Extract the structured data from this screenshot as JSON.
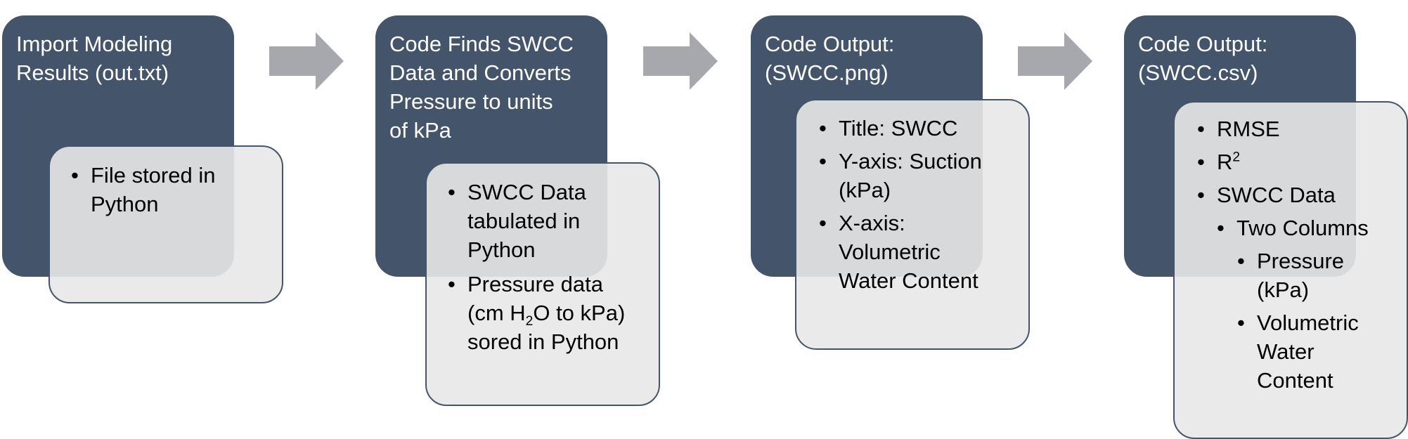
{
  "colors": {
    "dark_box": "#44546a",
    "light_box": "#e8e8e8",
    "arrow": "#a6a8ad"
  },
  "steps": [
    {
      "title_lines": [
        "Import Modeling",
        "Results (out.txt)"
      ],
      "bullets": [
        {
          "lines": [
            "File stored in",
            "Python"
          ]
        }
      ]
    },
    {
      "title_lines": [
        "Code Finds SWCC",
        "Data and Converts",
        "Pressure to units",
        "of kPa"
      ],
      "bullets": [
        {
          "lines": [
            "SWCC Data",
            "tabulated in",
            "Python"
          ]
        },
        {
          "lines": [
            "Pressure data",
            "(cm H2O to kPa)",
            "sored in Python"
          ]
        }
      ]
    },
    {
      "title_lines": [
        "Code Output:",
        "(SWCC.png)"
      ],
      "bullets": [
        {
          "lines": [
            "Title: SWCC"
          ]
        },
        {
          "lines": [
            "Y-axis: Suction",
            "(kPa)"
          ]
        },
        {
          "lines": [
            "X-axis:",
            "Volumetric",
            "Water Content"
          ]
        }
      ]
    },
    {
      "title_lines": [
        "Code Output:",
        "(SWCC.csv)"
      ],
      "bullets": [
        {
          "lines": [
            "RMSE"
          ]
        },
        {
          "lines": [
            "R2"
          ]
        },
        {
          "lines": [
            "SWCC Data"
          ]
        },
        {
          "lines": [
            "Two Columns"
          ]
        },
        {
          "lines": [
            "Pressure",
            "(kPa)"
          ]
        },
        {
          "lines": [
            "Volumetric",
            "Water",
            "Content"
          ]
        }
      ]
    }
  ]
}
